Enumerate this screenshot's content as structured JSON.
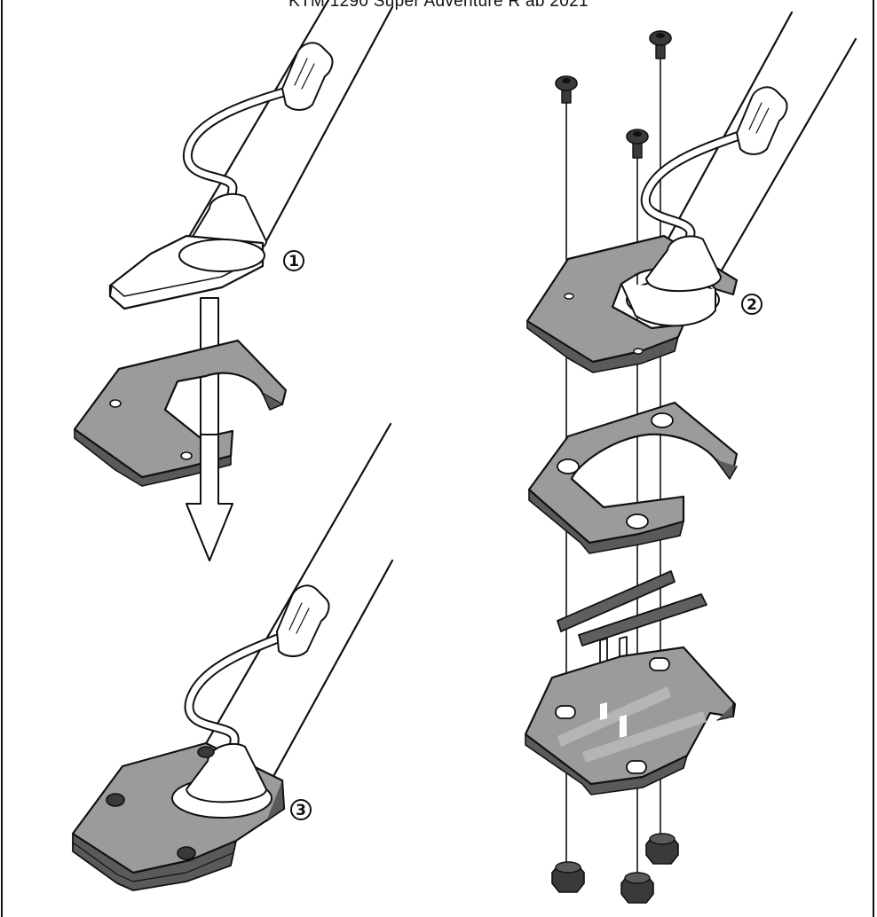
{
  "header": {
    "title": "KTM 1290 Super Adventure R ab 2021"
  },
  "steps": [
    {
      "label": "1"
    },
    {
      "label": "2"
    },
    {
      "label": "3"
    }
  ],
  "colors": {
    "line": "#111111",
    "plate_fill": "#9b9b9b",
    "plate_side": "#5a5a5a",
    "foot_fill": "#ffffff",
    "nut_fill": "#3a3a3a",
    "tape_fill": "#5f5f5f",
    "tape_shadow": "#b5b5b5"
  },
  "icons": [
    "arrow-down-icon",
    "screw-icon",
    "nut-icon",
    "cable-clip-icon"
  ]
}
